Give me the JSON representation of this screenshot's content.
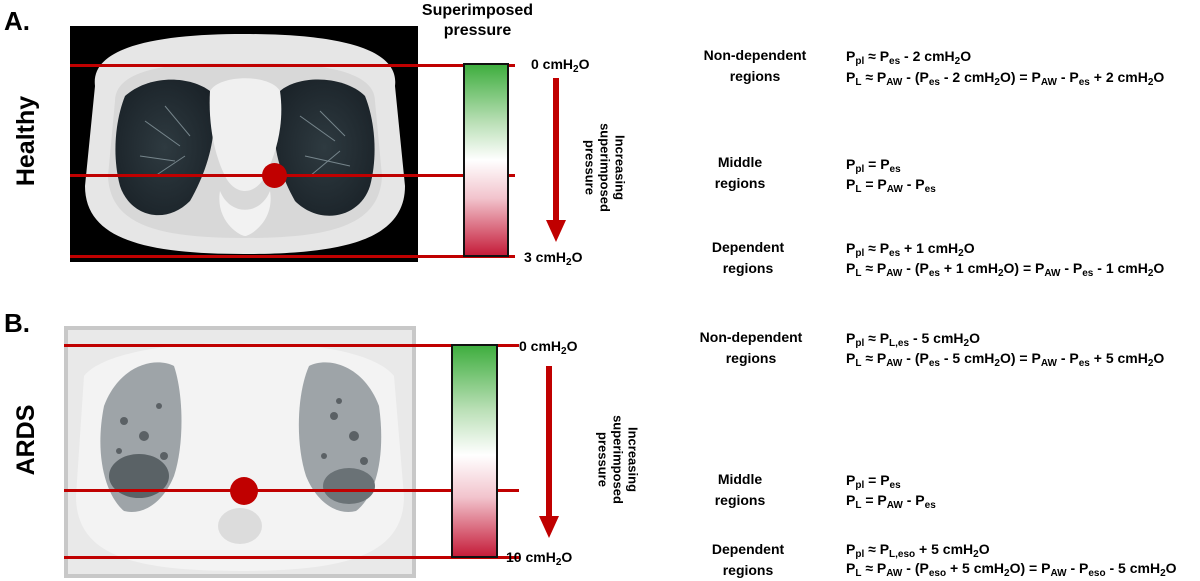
{
  "panel_a": {
    "letter": "A.",
    "label": "Healthy",
    "title": "Superimposed pressure",
    "top_pressure": [
      "0 cmH",
      "2",
      "O"
    ],
    "bottom_pressure": [
      "3 cmH",
      "2",
      "O"
    ],
    "arrow_text": "Increasing superimposed pressure",
    "regions": [
      {
        "name": "Non-dependent regions",
        "eq1": [
          [
            "P"
          ],
          [
            "pl",
            true
          ],
          [
            " ≈ P"
          ],
          [
            "es",
            true
          ],
          [
            " - 2 cmH"
          ],
          [
            "2",
            true
          ],
          [
            "O"
          ]
        ],
        "eq2": [
          [
            "P"
          ],
          [
            "L",
            true
          ],
          [
            " ≈ P"
          ],
          [
            "AW",
            true
          ],
          [
            " - (P"
          ],
          [
            "es",
            true
          ],
          [
            " - 2 cmH"
          ],
          [
            "2",
            true
          ],
          [
            "O) = P"
          ],
          [
            "AW",
            true
          ],
          [
            " - P"
          ],
          [
            "es",
            true
          ],
          [
            " + 2 cmH"
          ],
          [
            "2",
            true
          ],
          [
            "O"
          ]
        ]
      },
      {
        "name": "Middle regions",
        "eq1": [
          [
            "P"
          ],
          [
            "pl",
            true
          ],
          [
            " = P"
          ],
          [
            "es",
            true
          ]
        ],
        "eq2": [
          [
            "P"
          ],
          [
            "L",
            true
          ],
          [
            " = P"
          ],
          [
            "AW",
            true
          ],
          [
            " - P"
          ],
          [
            "es",
            true
          ]
        ]
      },
      {
        "name": "Dependent regions",
        "eq1": [
          [
            "P"
          ],
          [
            "pl",
            true
          ],
          [
            " ≈ P"
          ],
          [
            "es",
            true
          ],
          [
            " + 1 cmH"
          ],
          [
            "2",
            true
          ],
          [
            "O"
          ]
        ],
        "eq2": [
          [
            "P"
          ],
          [
            "L",
            true
          ],
          [
            " ≈ P"
          ],
          [
            "AW",
            true
          ],
          [
            " - (P"
          ],
          [
            "es",
            true
          ],
          [
            " + 1 cmH"
          ],
          [
            "2",
            true
          ],
          [
            "O) = P"
          ],
          [
            "AW",
            true
          ],
          [
            " - P"
          ],
          [
            "es",
            true
          ],
          [
            " - 1 cmH"
          ],
          [
            "2",
            true
          ],
          [
            "O"
          ]
        ]
      }
    ]
  },
  "panel_b": {
    "letter": "B.",
    "label": "ARDS",
    "top_pressure": [
      "0 cmH",
      "2",
      "O"
    ],
    "bottom_pressure": [
      "10 cmH",
      "2",
      "O"
    ],
    "arrow_text": "Increasing superimposed pressure",
    "regions": [
      {
        "name": "Non-dependent regions",
        "eq1": [
          [
            "P"
          ],
          [
            "pl",
            true
          ],
          [
            " ≈ P"
          ],
          [
            "L,es",
            true
          ],
          [
            " - 5 cmH"
          ],
          [
            "2",
            true
          ],
          [
            "O"
          ]
        ],
        "eq2": [
          [
            "P"
          ],
          [
            "L",
            true
          ],
          [
            " ≈ P"
          ],
          [
            "AW",
            true
          ],
          [
            " - (P"
          ],
          [
            "es",
            true
          ],
          [
            " - 5 cmH"
          ],
          [
            "2",
            true
          ],
          [
            "O) = P"
          ],
          [
            "AW",
            true
          ],
          [
            " - P"
          ],
          [
            "es",
            true
          ],
          [
            " + 5 cmH"
          ],
          [
            "2",
            true
          ],
          [
            "O"
          ]
        ]
      },
      {
        "name": "Middle regions",
        "eq1": [
          [
            "P"
          ],
          [
            "pl",
            true
          ],
          [
            " = P"
          ],
          [
            "es",
            true
          ]
        ],
        "eq2": [
          [
            "P"
          ],
          [
            "L",
            true
          ],
          [
            " = P"
          ],
          [
            "AW",
            true
          ],
          [
            " - P"
          ],
          [
            "es",
            true
          ]
        ]
      },
      {
        "name": "Dependent regions",
        "eq1": [
          [
            "P"
          ],
          [
            "pl",
            true
          ],
          [
            " ≈ P"
          ],
          [
            "L,eso",
            true
          ],
          [
            " + 5 cmH"
          ],
          [
            "2",
            true
          ],
          [
            "O"
          ]
        ],
        "eq2": [
          [
            "P"
          ],
          [
            "L",
            true
          ],
          [
            " ≈ P"
          ],
          [
            "AW",
            true
          ],
          [
            " - (P"
          ],
          [
            "eso",
            true
          ],
          [
            " + 5 cmH"
          ],
          [
            "2",
            true
          ],
          [
            "O) = P"
          ],
          [
            "AW",
            true
          ],
          [
            " - P"
          ],
          [
            "eso",
            true
          ],
          [
            " - 5 cmH"
          ],
          [
            "2",
            true
          ],
          [
            "O"
          ]
        ]
      }
    ]
  },
  "colors": {
    "line": "#c00000",
    "gradient_top": "#3fae3f",
    "gradient_bottom": "#c51d3a"
  }
}
